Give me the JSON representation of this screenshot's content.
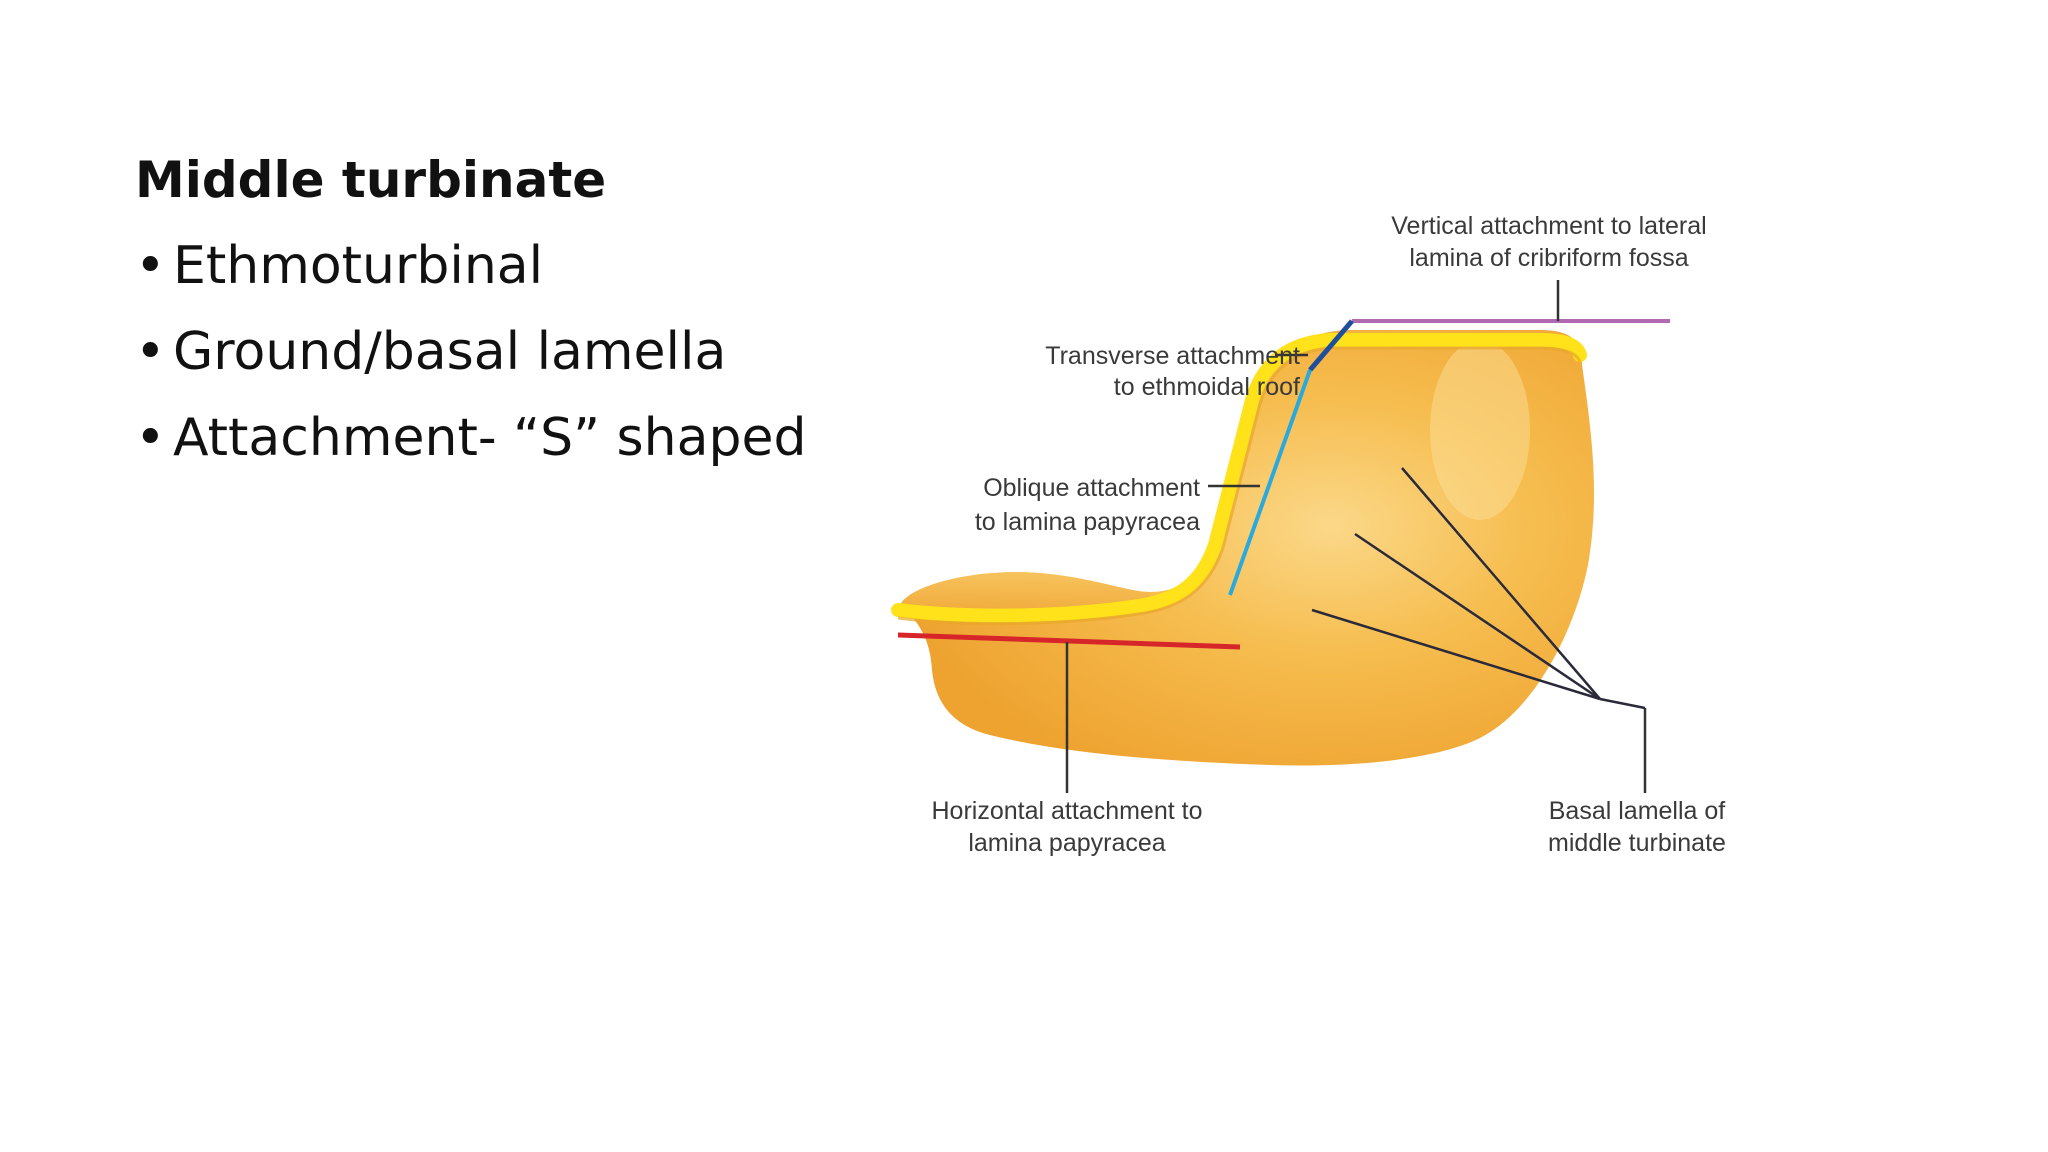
{
  "slide": {
    "title": "Middle turbinate",
    "bullet_symbol": "•",
    "bullets": [
      "Ethmoturbinal",
      "Ground/basal lamella",
      "Attachment- “S” shaped"
    ]
  },
  "diagram": {
    "labels": {
      "vertical_1": "Vertical attachment to lateral",
      "vertical_2": "lamina of cribriform fossa",
      "transverse_1": "Transverse attachment",
      "transverse_2": "to ethmoidal roof",
      "oblique_1": "Oblique attachment",
      "oblique_2": "to lamina papyracea",
      "horizontal_1": "Horizontal attachment to",
      "horizontal_2": "lamina papyracea",
      "basal_1": "Basal lamella of",
      "basal_2": "middle turbinate"
    },
    "colors": {
      "body_orange": "#f2ad3a",
      "body_light": "#f9c95f",
      "edge_yellow": "#ffe21a",
      "vertical_line": "#b16ab1",
      "transverse_line": "#1f4f9a",
      "oblique_line": "#2aa9de",
      "horizontal_line": "#d6262a",
      "leader_line": "#333333"
    }
  }
}
